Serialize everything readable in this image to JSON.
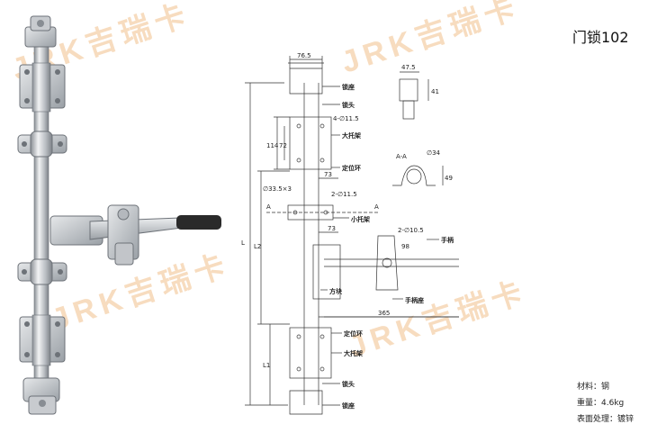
{
  "title": "门锁102",
  "watermark": "JRK吉瑞卡",
  "specs": [
    {
      "label": "材料",
      "value": "钢"
    },
    {
      "label": "重量",
      "value": "4.6kg"
    },
    {
      "label": "表面处理",
      "value": "镀锌"
    }
  ],
  "dimensions": {
    "top_width": "76.5",
    "small_width": "47.5",
    "small_height": "41",
    "hole4": "4-∅11.5",
    "h114": "114",
    "h72": "72",
    "d73a": "73",
    "rod": "∅33.5×3",
    "hole2a": "2-∅11.5",
    "d73b": "73",
    "hole2b": "2-∅10.5",
    "h98": "98",
    "section": "A-A",
    "dia34": "∅34",
    "h49": "49",
    "d365": "365",
    "L": "L",
    "L2": "L2",
    "L1": "L1",
    "A_left": "A",
    "A_right": "A"
  },
  "labels": {
    "lock_seat_top": "锁座",
    "lock_head_top": "锁头",
    "big_bracket_top": "大托架",
    "locating_ring_top": "定位环",
    "small_bracket": "小托架",
    "handle": "手柄",
    "square_lock": "方块",
    "handle_seat": "手柄座",
    "locating_ring_bottom": "定位环",
    "big_bracket_bottom": "大托架",
    "lock_head_bottom": "锁头",
    "lock_seat_bottom": "锁座"
  },
  "colors": {
    "metal": "#c9ccd0",
    "metal_dark": "#7d8288",
    "handle_grip": "#2a2a2a",
    "watermark": "#f6d6b4",
    "line": "#333333"
  }
}
